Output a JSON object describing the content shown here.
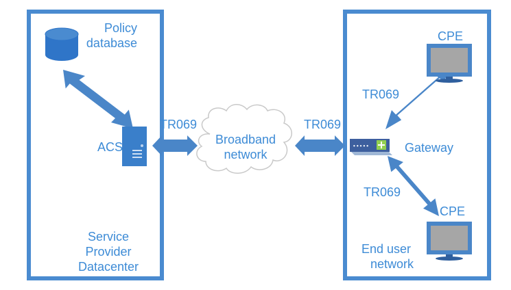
{
  "colors": {
    "accent": "#4a8bd0",
    "text": "#3d8bd6",
    "monitor_bezel": "#4a86c8",
    "monitor_screen": "#a6a6a6",
    "gateway_light": "#92d050"
  },
  "datacenter": {
    "policy_db_label_line1": "Policy",
    "policy_db_label_line2": "database",
    "acs_label": "ACS",
    "caption_line1": "Service",
    "caption_line2": "Provider",
    "caption_line3": "Datacenter",
    "db_icon": "database-icon",
    "acs_icon": "server-icon"
  },
  "network": {
    "left_link_label": "TR069",
    "right_link_label": "TR069",
    "cloud_label_line1": "Broadband",
    "cloud_label_line2": "network",
    "cloud_icon": "cloud-icon"
  },
  "end_user": {
    "cpe_top_label": "CPE",
    "cpe_bottom_label": "CPE",
    "gateway_label": "Gateway",
    "link_top_label": "TR069",
    "link_bottom_label": "TR069",
    "caption_line1": "End user",
    "caption_line2": "network",
    "cpe_icon": "monitor-icon",
    "gateway_icon": "router-icon"
  }
}
